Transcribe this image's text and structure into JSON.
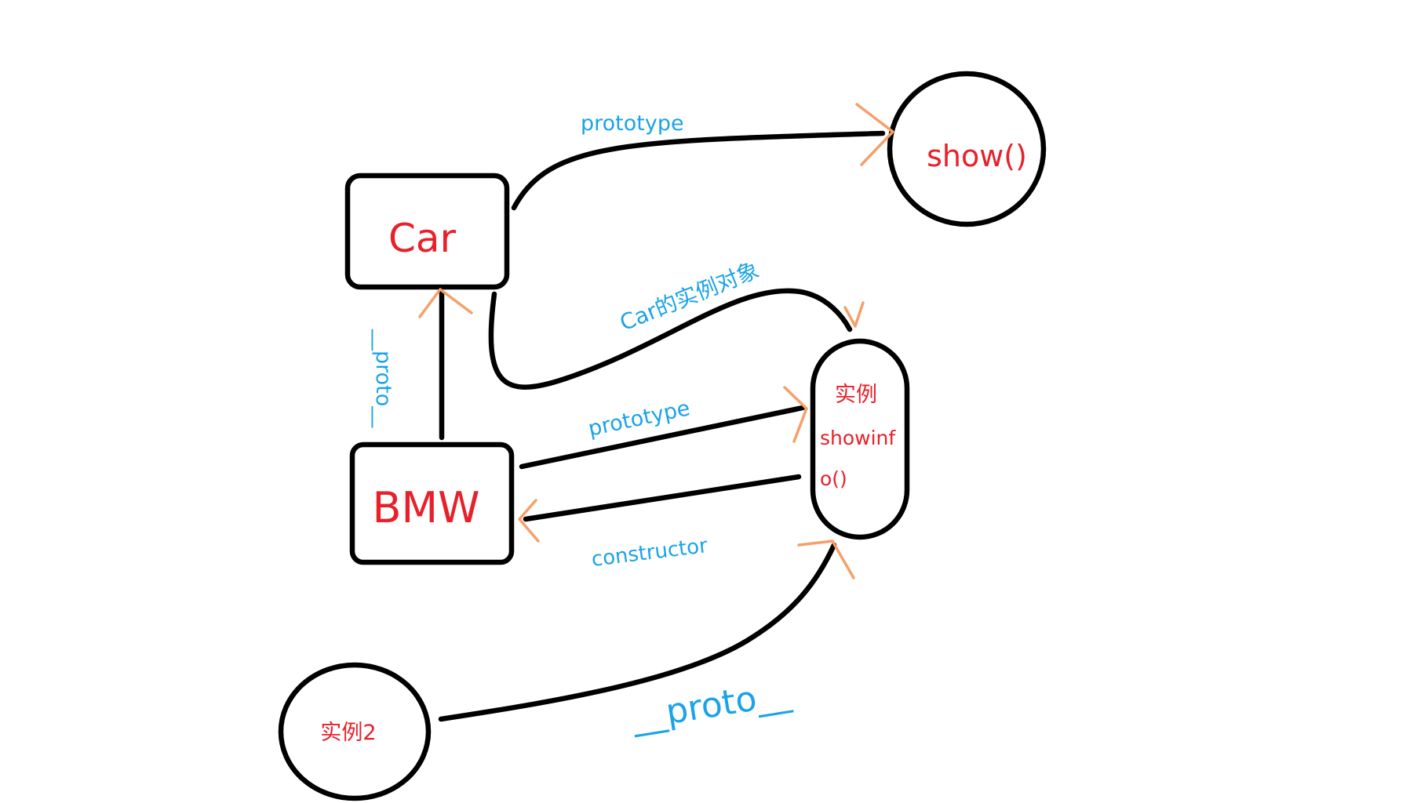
{
  "nodes": {
    "car": {
      "label": "Car"
    },
    "bmw": {
      "label": "BMW"
    },
    "show": {
      "label": "show()"
    },
    "instance": {
      "line1": "实例",
      "line2": "showinf",
      "line3": "o()"
    },
    "instance2": {
      "label": "实例2"
    }
  },
  "edges": {
    "car_prototype": "prototype",
    "bmw_proto": "__proto__",
    "car_instance": "Car的实例对象",
    "bmw_prototype": "prototype",
    "constructor": "constructor",
    "instance2_proto": "__proto__"
  },
  "colors": {
    "node_text": "#e8202a",
    "edge_text": "#1aa3e8",
    "arrow": "#f5a06a",
    "stroke": "#000000"
  }
}
